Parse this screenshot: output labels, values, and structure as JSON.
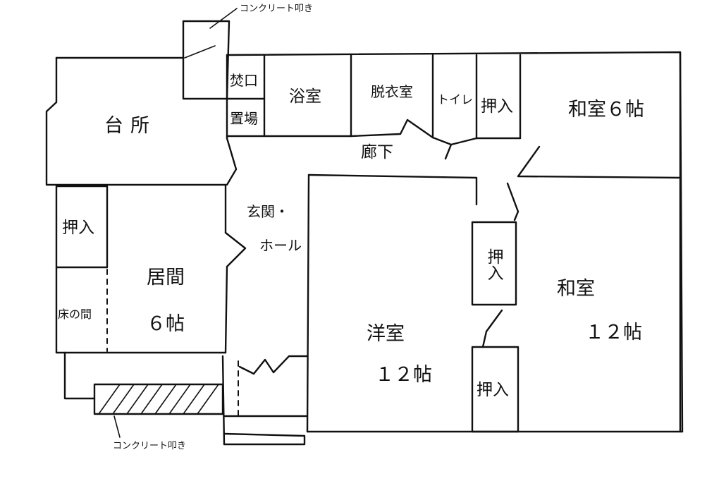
{
  "floorplan": {
    "rooms": {
      "kitchen": "台所",
      "fireplace": "焚口",
      "storage_place": "置場",
      "bath": "浴室",
      "dressing": "脱衣室",
      "toilet": "トイレ",
      "closet_top": "押入",
      "washitsu6": "和室６帖",
      "corridor": "廊下",
      "entrance_line1": "玄関・",
      "entrance_line2": "ホール",
      "closet_left": "押入",
      "living_line1": "居間",
      "living_line2": "６帖",
      "tokonoma": "床の間",
      "closet_mid": "押入",
      "washitsu12_line1": "和室",
      "washitsu12_line2": "１２帖",
      "youshitsu_line1": "洋室",
      "youshitsu_line2": "１２帖",
      "closet_bottom": "押入"
    },
    "notes": {
      "concrete_top": "コンクリート叩き",
      "concrete_bottom": "コンクリート叩き"
    }
  }
}
